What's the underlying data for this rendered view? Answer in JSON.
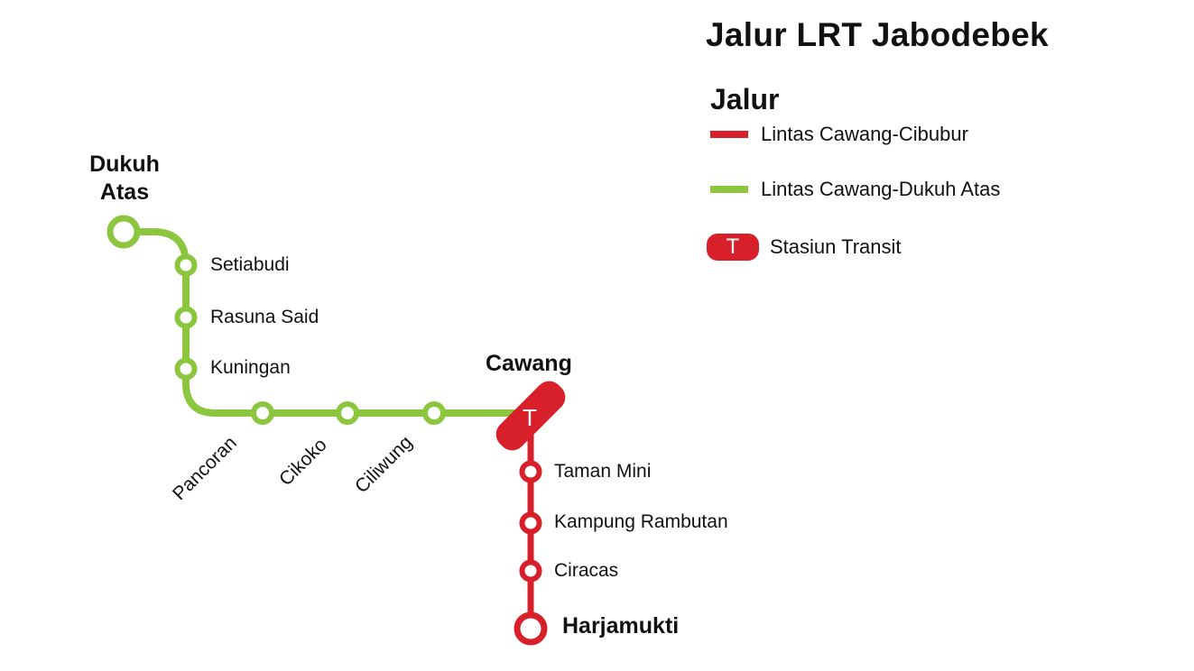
{
  "title": "Jalur LRT Jabodebek",
  "legend": {
    "heading": "Jalur",
    "items": [
      {
        "type": "line",
        "label": "Lintas Cawang-Cibubur",
        "color": "#d7202a"
      },
      {
        "type": "line",
        "label": "Lintas Cawang-Dukuh Atas",
        "color": "#8cc63f"
      },
      {
        "type": "transit",
        "symbol": "T",
        "label": "Stasiun Transit",
        "color": "#d7202a"
      }
    ]
  },
  "colors": {
    "green": "#8cc63f",
    "red": "#d7202a"
  },
  "lines": {
    "green": {
      "name": "Lintas Cawang-Dukuh Atas",
      "stations": [
        {
          "name": "Dukuh Atas",
          "terminal": true
        },
        {
          "name": "Setiabudi"
        },
        {
          "name": "Rasuna Said"
        },
        {
          "name": "Kuningan"
        },
        {
          "name": "Pancoran"
        },
        {
          "name": "Cikoko"
        },
        {
          "name": "Ciliwung"
        }
      ]
    },
    "transit": {
      "name": "Cawang",
      "symbol": "T"
    },
    "red": {
      "name": "Lintas Cawang-Cibubur",
      "stations": [
        {
          "name": "Taman Mini"
        },
        {
          "name": "Kampung Rambutan"
        },
        {
          "name": "Ciracas"
        },
        {
          "name": "Harjamukti",
          "terminal": true
        }
      ]
    }
  }
}
